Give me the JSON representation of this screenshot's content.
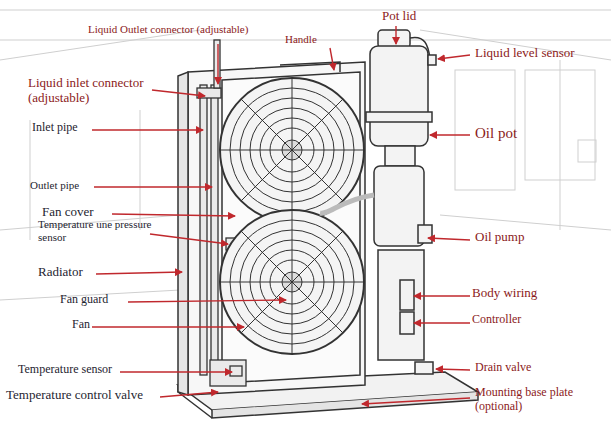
{
  "diagram": {
    "labels": [
      "Liquid Outlet connector (adjustable)",
      "Pot lid",
      "Handle",
      "Liquid level sensor",
      "Liquid inlet connector (adjustable)",
      "Inlet pipe",
      "Oil pot",
      "Outlet pipe",
      "Fan cover",
      "Temperature une pressure sensor",
      "Oil pump",
      "Radiator",
      "Fan guard",
      "Body wiring",
      "Fan",
      "Controller",
      "Temperature sensor",
      "Drain valve",
      "Temperature control valve",
      "Mounting base plate (optional)"
    ]
  }
}
